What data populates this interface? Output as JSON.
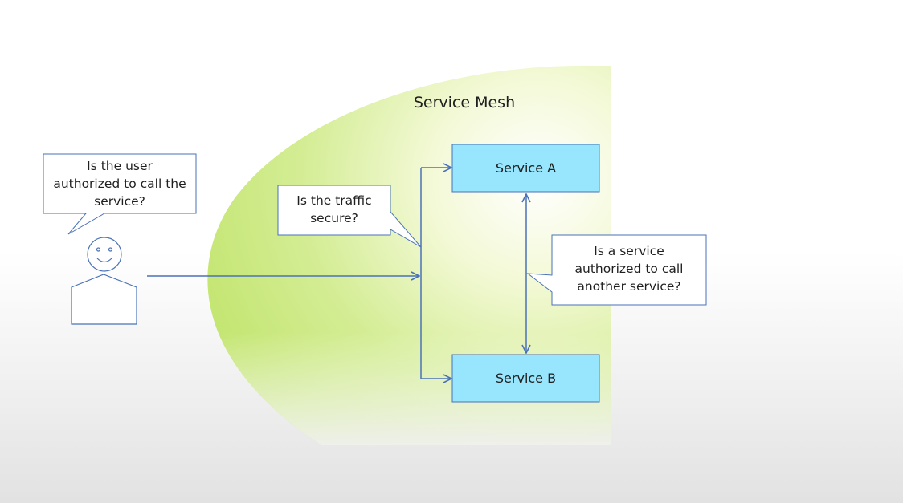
{
  "diagram": {
    "title": "Service Mesh",
    "service_a": "Service A",
    "service_b": "Service B",
    "callouts": {
      "user": "Is the user\nauthorized to call the\nservice?",
      "traffic": "Is the traffic\nsecure?",
      "service": "Is a service\nauthorized to call\nanother service?"
    }
  },
  "colors": {
    "service_fill": "#97e6fd",
    "line": "#4a72b8",
    "mesh_green": "#c8e87a"
  }
}
